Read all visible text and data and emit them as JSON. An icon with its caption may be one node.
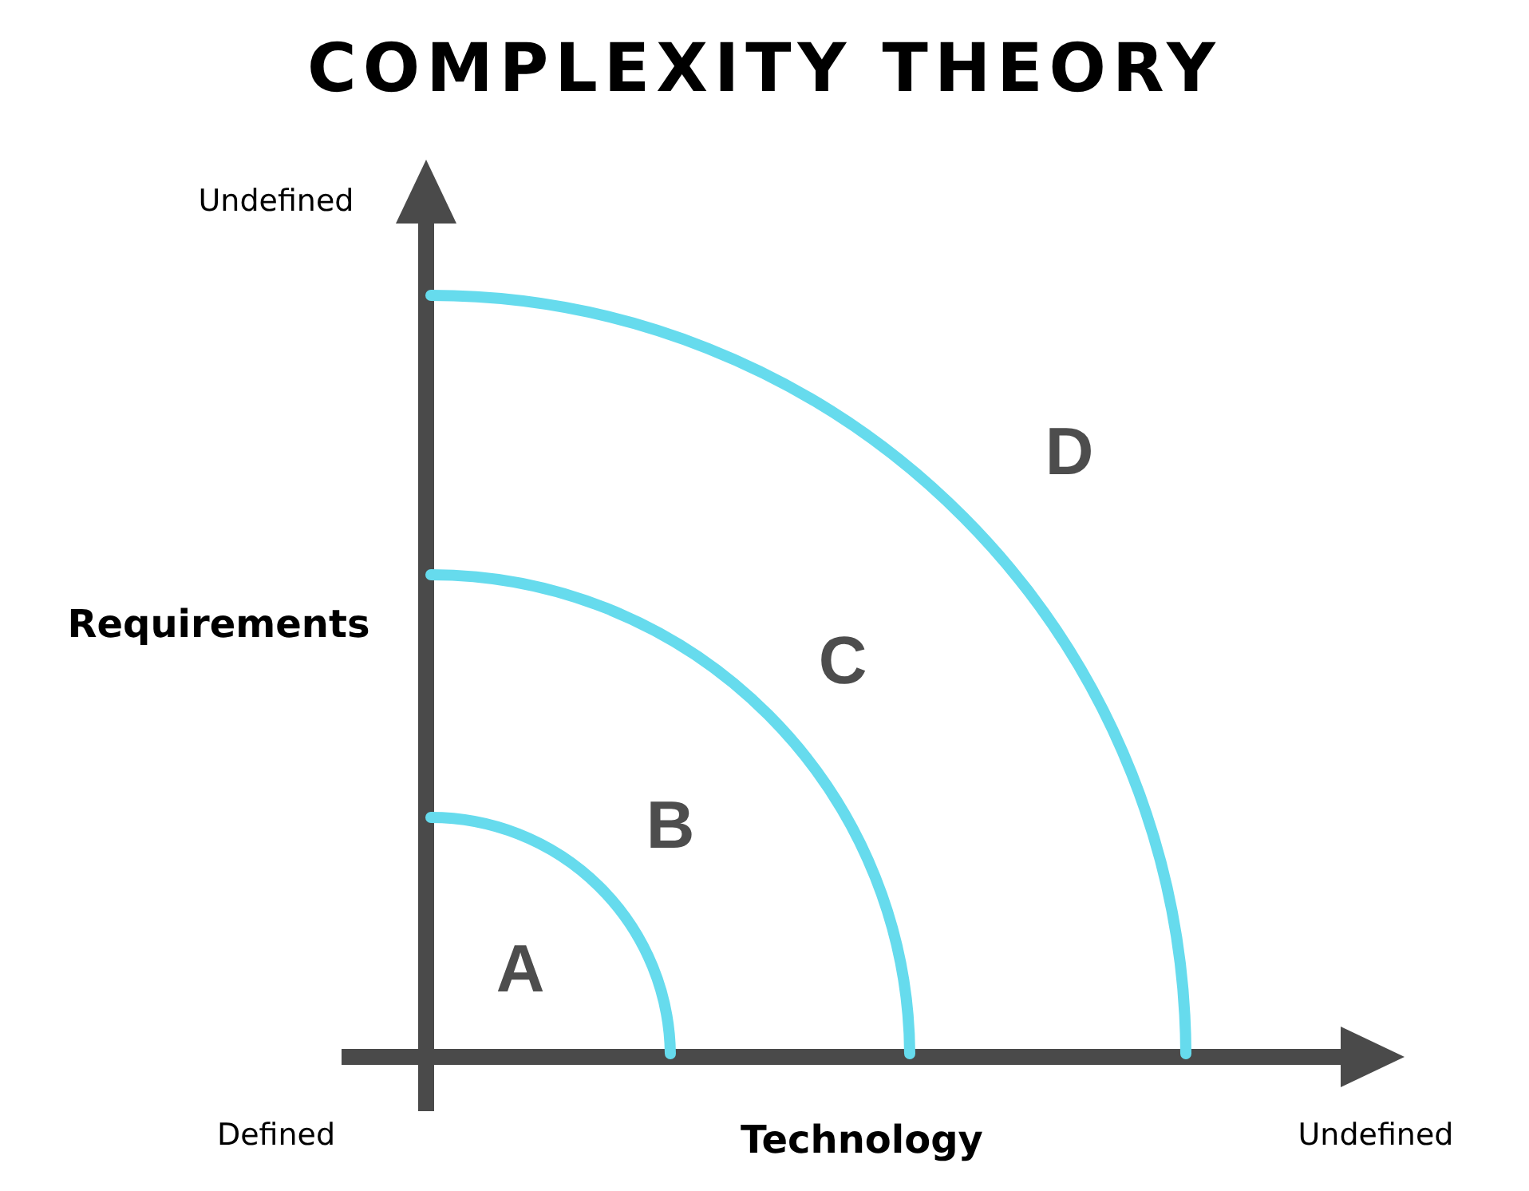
{
  "diagram": {
    "title": "COMPLEXITY THEORY",
    "labels": [
      "Undefined",
      "Requirements",
      "D",
      "C",
      "B",
      "A",
      "Defined",
      "Technology",
      "Undefined"
    ]
  }
}
